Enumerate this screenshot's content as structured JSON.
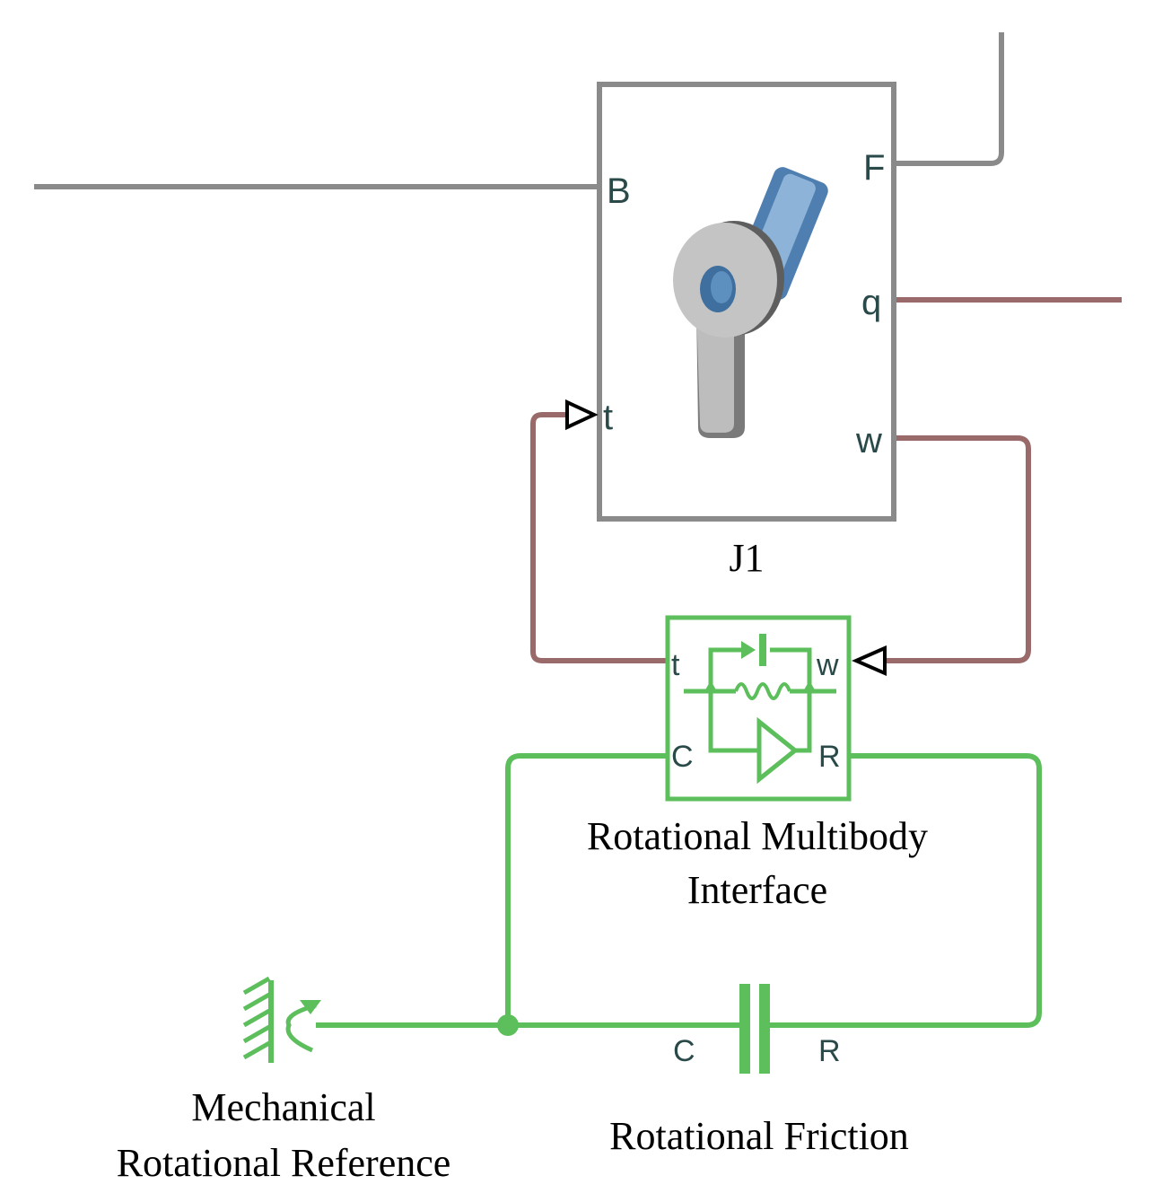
{
  "colors": {
    "mechanical_line": "#8a8a8a",
    "physical_signal_line": "#9a6a6a",
    "simscape_green": "#5cbf5c",
    "port_text": "#2a4a4a",
    "joint_blue": "#4f7fb0",
    "joint_grey": "#b9b9b9"
  },
  "blocks": {
    "revolute_joint": {
      "name": "J1",
      "ports": {
        "base": "B",
        "follower": "F",
        "torque": "t",
        "position": "q",
        "velocity": "w"
      },
      "icon": "revolute-joint-icon"
    },
    "multibody_interface": {
      "name_line1": "Rotational Multibody",
      "name_line2": "Interface",
      "ports": {
        "torque": "t",
        "velocity": "w",
        "case": "C",
        "rod": "R"
      },
      "icon": "spring-damper-icon"
    },
    "friction": {
      "name": "Rotational Friction",
      "ports": {
        "case": "C",
        "rod": "R"
      },
      "icon": "friction-plates-icon"
    },
    "reference": {
      "name_line1": "Mechanical",
      "name_line2": "Rotational Reference",
      "icon": "ground-hatch-icon"
    }
  }
}
